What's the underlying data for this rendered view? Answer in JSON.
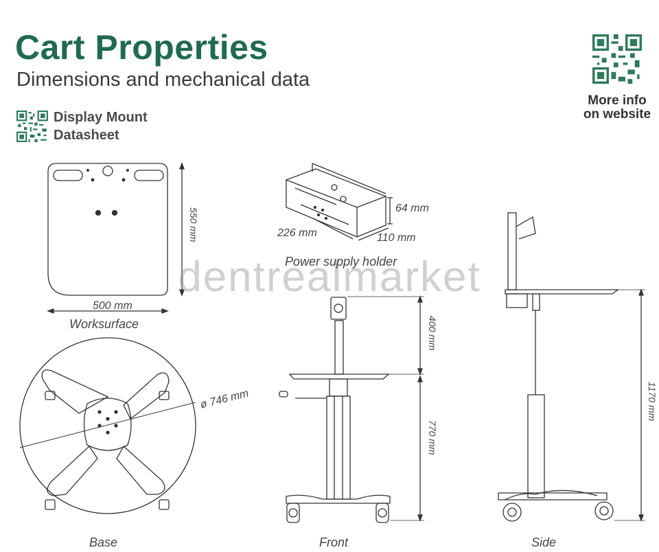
{
  "header": {
    "title": "Cart Properties",
    "subtitle": "Dimensions and mechanical data"
  },
  "datasheet_link": {
    "line1": "Display Mount",
    "line2": "Datasheet",
    "icon": "qr-code-icon"
  },
  "more_info": {
    "line1": "More info",
    "line2": "on website",
    "icon": "qr-code-icon"
  },
  "watermark": "dentrealmarket",
  "figures": {
    "worksurface": {
      "caption": "Worksurface",
      "width": "500 mm",
      "depth": "550 mm"
    },
    "power_supply_holder": {
      "caption": "Power supply holder",
      "length": "226 mm",
      "width": "110 mm",
      "height": "64 mm"
    },
    "base": {
      "caption": "Base",
      "diameter": "ø 746 mm"
    },
    "front": {
      "caption": "Front",
      "upper_height": "400 mm",
      "lower_height": "770 mm"
    },
    "side": {
      "caption": "Side",
      "total_height": "1170 mm"
    }
  },
  "colors": {
    "brand_green": "#1f6b4f",
    "line": "#333333"
  }
}
